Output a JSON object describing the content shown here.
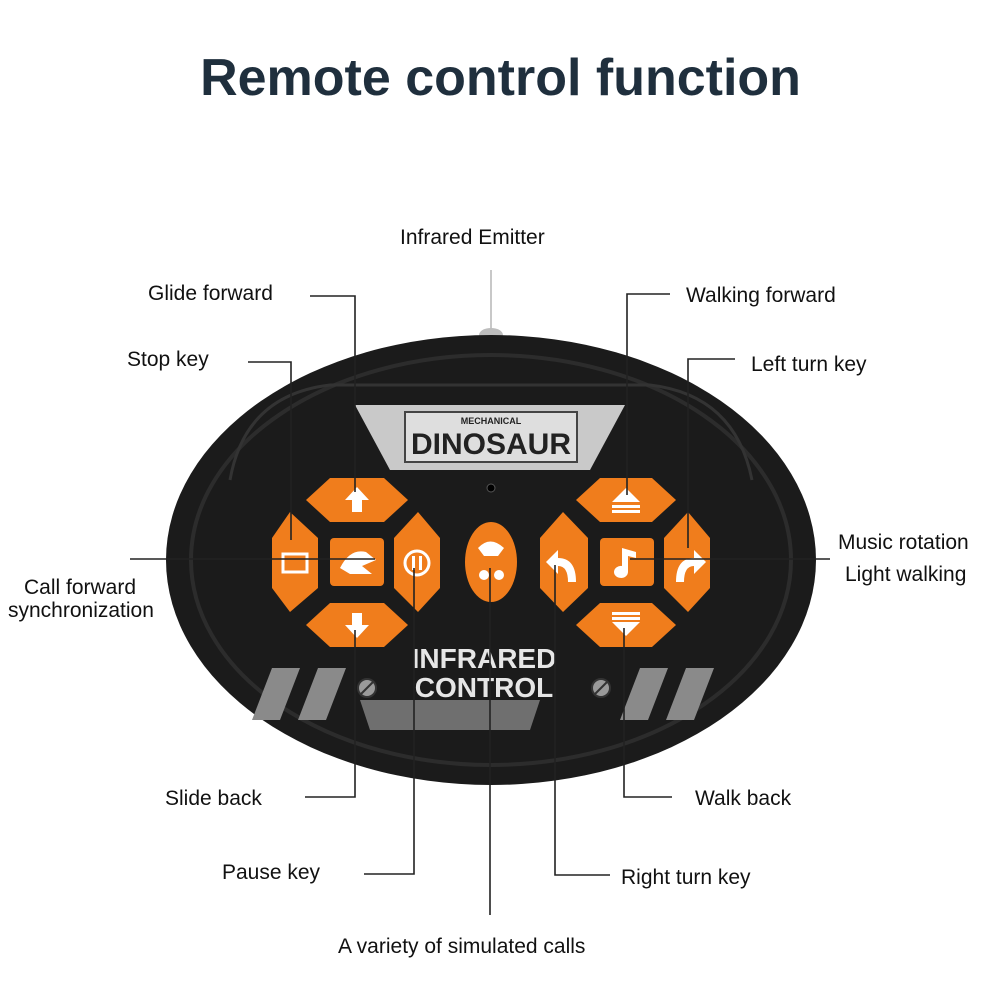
{
  "title": "Remote control function",
  "labels": {
    "infrared_emitter": "Infrared Emitter",
    "glide_forward": "Glide forward",
    "stop_key": "Stop key",
    "walking_forward": "Walking forward",
    "left_turn_key": "Left turn key",
    "music_rotation": "Music rotation",
    "light_walking": "Light walking",
    "call_forward_line1": "Call forward",
    "call_forward_line2": "synchronization",
    "slide_back": "Slide back",
    "pause_key": "Pause key",
    "walk_back": "Walk back",
    "right_turn_key": "Right turn key",
    "simulated_calls": "A variety of simulated calls"
  },
  "device": {
    "brand_small": "MECHANICAL",
    "brand_big": "DINOSAUR",
    "panel_line1": "INFRARED",
    "panel_line2": "CONTROL"
  },
  "colors": {
    "body": "#1b1b1b",
    "button": "#f07d1c",
    "title": "#1f2f3d"
  }
}
